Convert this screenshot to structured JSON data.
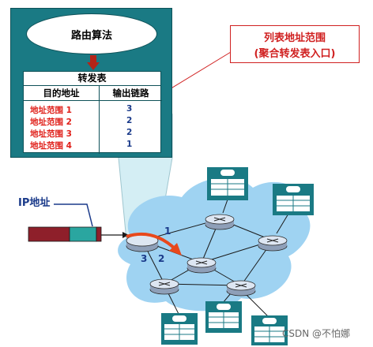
{
  "router": {
    "algorithm_label": "路由算法",
    "table": {
      "title": "转发表",
      "col_dest": "目的地址",
      "col_link": "输出链路",
      "rows": [
        {
          "range": "地址范围 1",
          "link": "3"
        },
        {
          "range": "地址范围 2",
          "link": "2"
        },
        {
          "range": "地址范围 3",
          "link": "2"
        },
        {
          "range": "地址范围 4",
          "link": "1"
        }
      ]
    }
  },
  "callout": {
    "line1": "列表地址范围",
    "line2": "(聚合转发表入口)"
  },
  "ip_label": "IP地址",
  "ports": {
    "p1": "1",
    "p2": "2",
    "p3": "3"
  },
  "watermark": "CSDN @不怕娜",
  "colors": {
    "panel": "#1a7a84",
    "cloud": "#9fd3f2",
    "accent_red": "#e0201a",
    "label_blue": "#1a3a8a",
    "packet_red": "#8e1f2a",
    "packet_teal": "#2aa6a0"
  }
}
